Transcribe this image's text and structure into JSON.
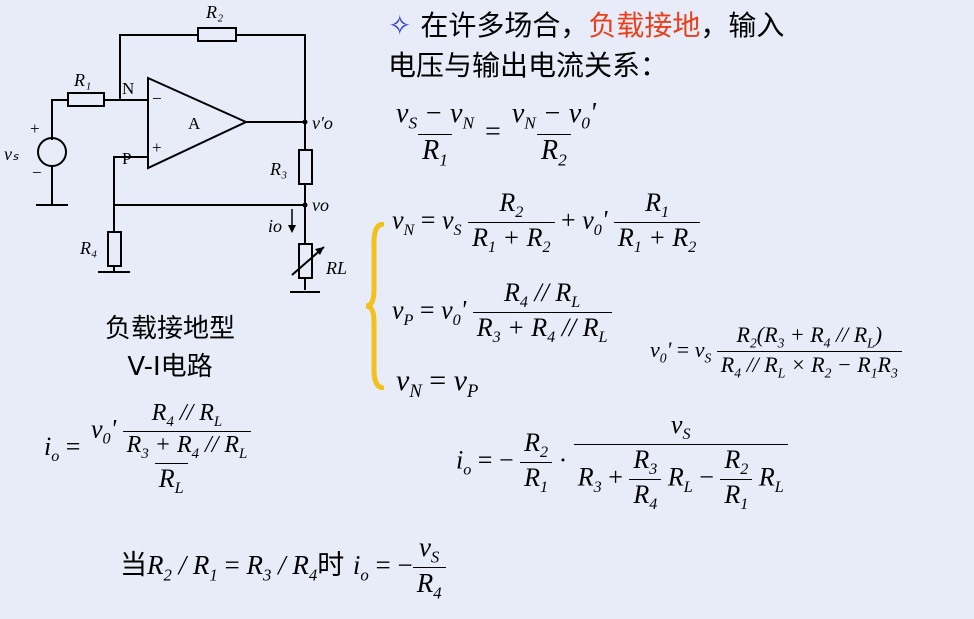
{
  "intro": {
    "bullet": "✧",
    "before": "在许多场合，",
    "highlight": "负载接地",
    "after": "，输入",
    "line2": "电压与输出电流关系：",
    "highlight_color": "#e8401c"
  },
  "circuit": {
    "caption_line1": "负载接地型",
    "caption_line2": "V-I电路",
    "labels": {
      "R2": "R₂",
      "R1": "R₁",
      "N": "N",
      "P": "P",
      "A": "A",
      "minus": "−",
      "plus": "+",
      "vs": "vₛ",
      "vs_plus": "+",
      "vs_minus": "−",
      "vo_prime": "v′o",
      "R3": "R₃",
      "vo": "vo",
      "io": "io",
      "R4": "R₄",
      "RL": "RL"
    }
  },
  "brace_color": "#f2c11c"
}
